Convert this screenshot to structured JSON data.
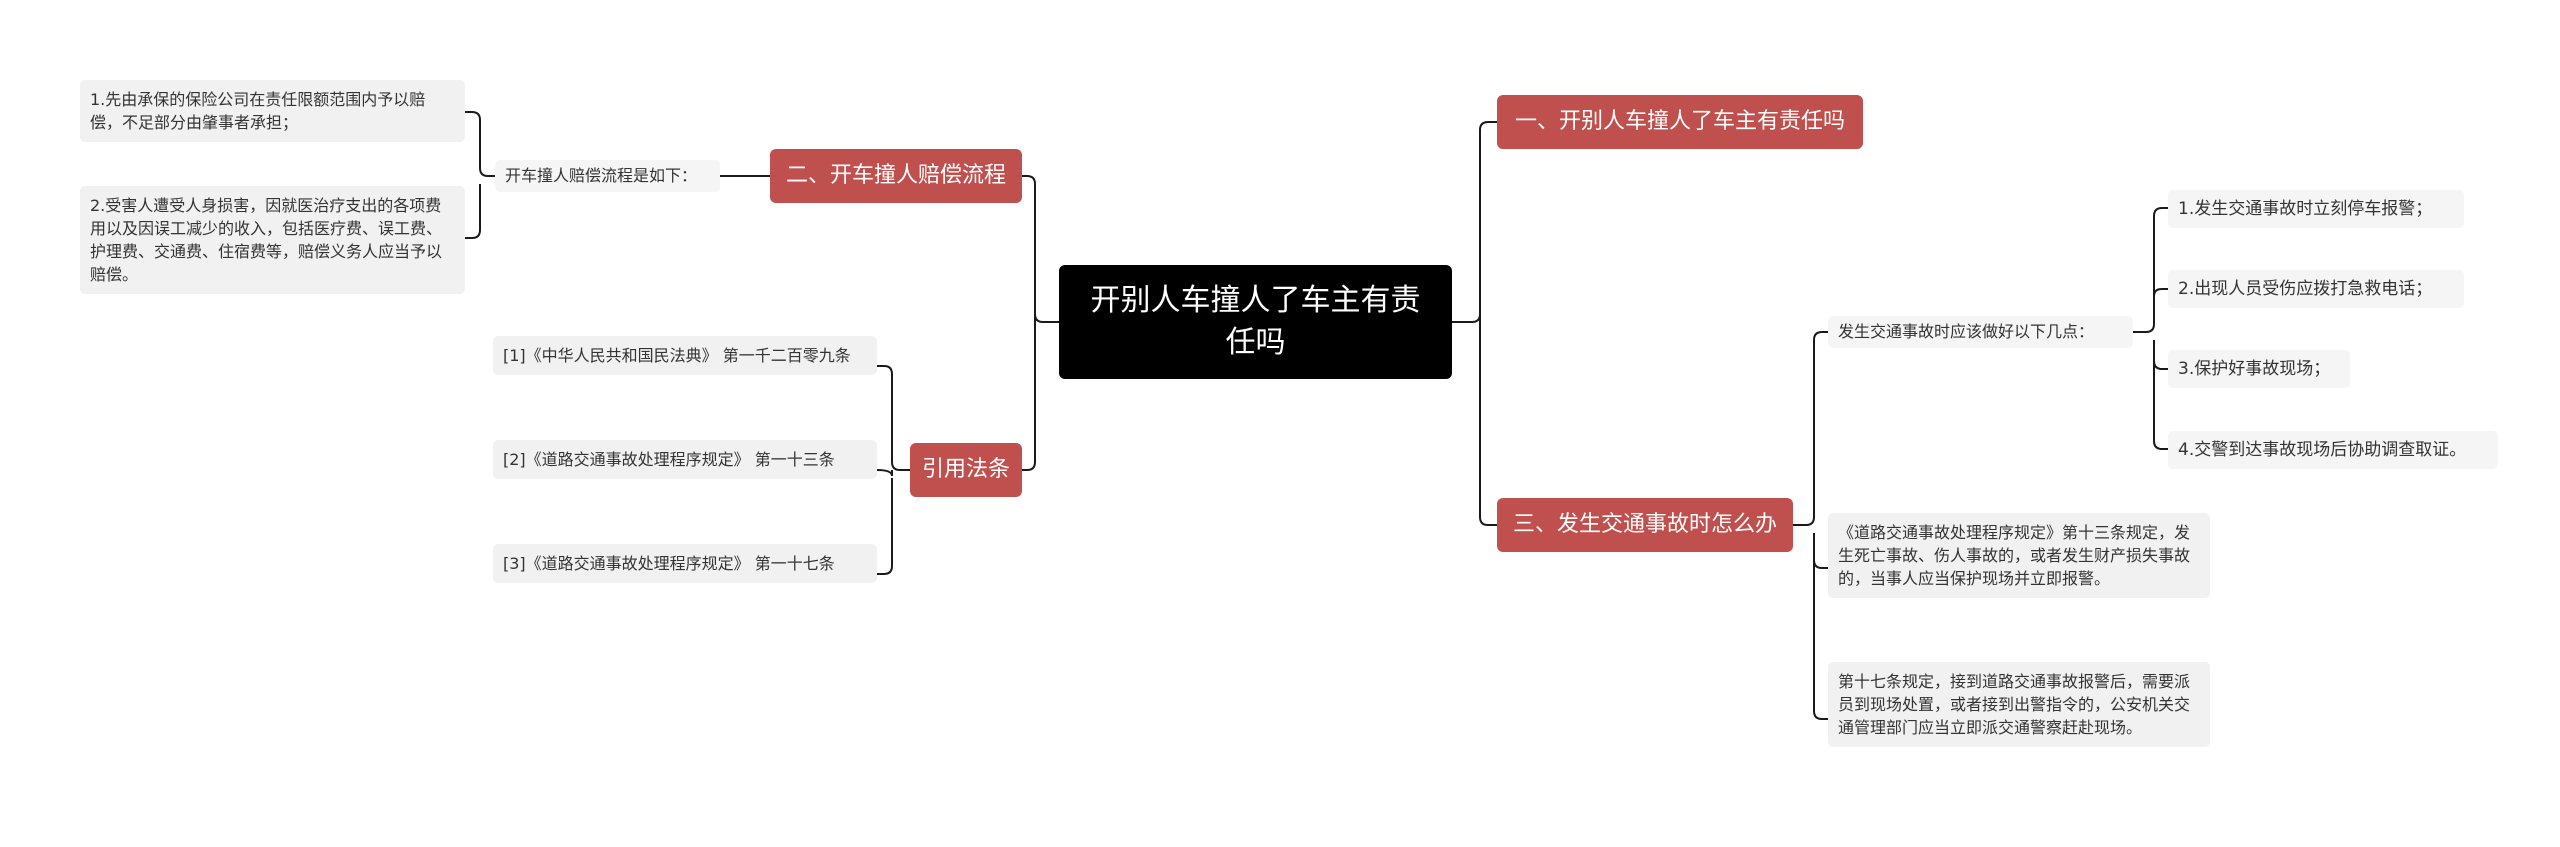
{
  "root": {
    "title": "开别人车撞人了车主有责任吗"
  },
  "branches": {
    "b1": {
      "label": "一、开别人车撞人了车主有责任吗"
    },
    "b2": {
      "label": "二、开车撞人赔偿流程",
      "sub": "开车撞人赔偿流程是如下：",
      "items": [
        "1.先由承保的保险公司在责任限额范围内予以赔偿，不足部分由肇事者承担；",
        "2.受害人遭受人身损害，因就医治疗支出的各项费用以及因误工减少的收入，包括医疗费、误工费、护理费、交通费、住宿费等，赔偿义务人应当予以赔偿。"
      ]
    },
    "b3": {
      "label": "三、发生交通事故时怎么办",
      "sub": "发生交通事故时应该做好以下几点：",
      "steps": [
        "1.发生交通事故时立刻停车报警；",
        "2.出现人员受伤应拨打急救电话；",
        "3.保护好事故现场；",
        "4.交警到达事故现场后协助调查取证。"
      ],
      "notes": [
        "《道路交通事故处理程序规定》第十三条规定，发生死亡事故、伤人事故的，或者发生财产损失事故的，当事人应当保护现场并立即报警。",
        "第十七条规定，接到道路交通事故报警后，需要派员到现场处置，或者接到出警指令的，公安机关交通管理部门应当立即派交通警察赶赴现场。"
      ]
    },
    "b4": {
      "label": "引用法条",
      "refs": [
        "[1]《中华人民共和国民法典》 第一千二百零九条",
        "[2]《道路交通事故处理程序规定》 第一十三条",
        "[3]《道路交通事故处理程序规定》 第一十七条"
      ]
    }
  },
  "colors": {
    "root_bg": "#000000",
    "branch_bg": "#c0504d",
    "leaf_bg": "#f1f1f1",
    "line": "#1a1a1a"
  }
}
